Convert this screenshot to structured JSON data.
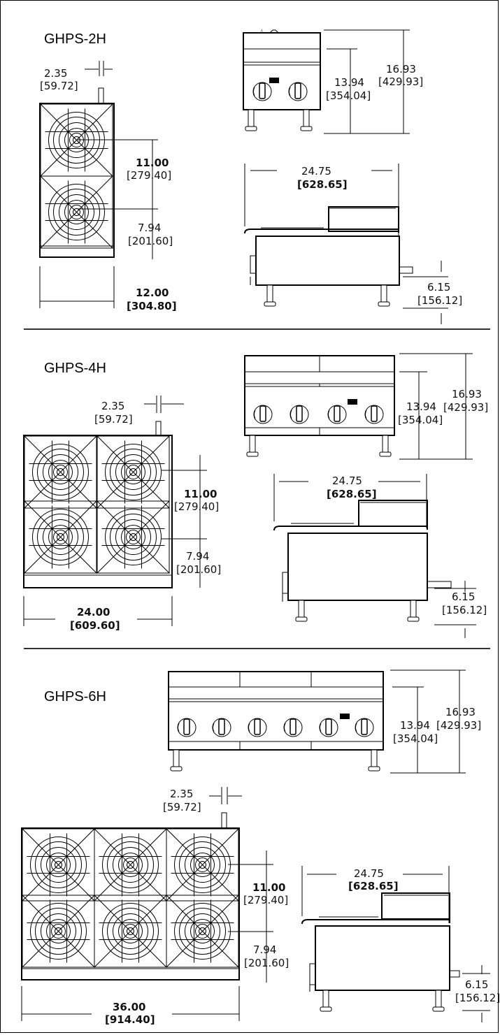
{
  "sections": [
    {
      "model": "GHPS-2H",
      "pipe_offset": {
        "in": "2.35",
        "mm": "[59.72]"
      },
      "burner_spacing": {
        "in": "11.00",
        "mm": "[279.40]"
      },
      "front_offset": {
        "in": "7.94",
        "mm": "[201.60]"
      },
      "width": {
        "in": "12.00",
        "mm": "[304.80]"
      },
      "overall_height": {
        "in": "16.93",
        "mm": "[429.93]"
      },
      "grate_height": {
        "in": "13.94",
        "mm": "[354.04]"
      },
      "depth": {
        "in": "24.75",
        "mm": "[628.65]"
      },
      "gas_inlet_height": {
        "in": "6.15",
        "mm": "[156.12]"
      },
      "burners": 2
    },
    {
      "model": "GHPS-4H",
      "pipe_offset": {
        "in": "2.35",
        "mm": "[59.72]"
      },
      "burner_spacing": {
        "in": "11.00",
        "mm": "[279.40]"
      },
      "front_offset": {
        "in": "7.94",
        "mm": "[201.60]"
      },
      "width": {
        "in": "24.00",
        "mm": "[609.60]"
      },
      "overall_height": {
        "in": "16.93",
        "mm": "[429.93]"
      },
      "grate_height": {
        "in": "13.94",
        "mm": "[354.04]"
      },
      "depth": {
        "in": "24.75",
        "mm": "[628.65]"
      },
      "gas_inlet_height": {
        "in": "6.15",
        "mm": "[156.12]"
      },
      "burners": 4
    },
    {
      "model": "GHPS-6H",
      "pipe_offset": {
        "in": "2.35",
        "mm": "[59.72]"
      },
      "burner_spacing": {
        "in": "11.00",
        "mm": "[279.40]"
      },
      "front_offset": {
        "in": "7.94",
        "mm": "[201.60]"
      },
      "width": {
        "in": "36.00",
        "mm": "[914.40]"
      },
      "overall_height": {
        "in": "16.93",
        "mm": "[429.93]"
      },
      "grate_height": {
        "in": "13.94",
        "mm": "[354.04]"
      },
      "depth": {
        "in": "24.75",
        "mm": "[628.65]"
      },
      "gas_inlet_height": {
        "in": "6.15",
        "mm": "[156.12]"
      },
      "burners": 6
    }
  ]
}
